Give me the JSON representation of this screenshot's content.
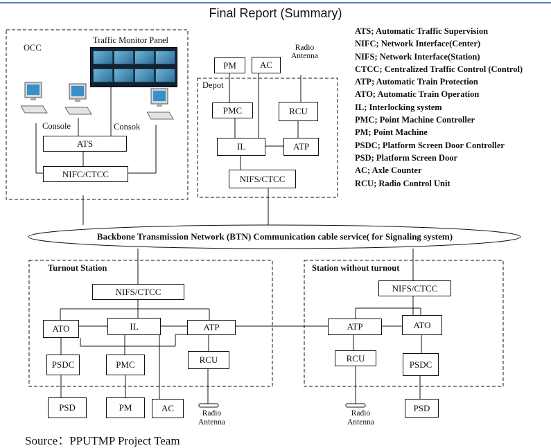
{
  "header": "Final Report (Summary)",
  "source": "Source：PPUTMP Project Team",
  "legend": [
    "ATS; Automatic Traffic Supervision",
    "NIFC; Network Interface(Center)",
    "NIFS; Network Interface(Station)",
    "CTCC; Centralized Traffic Control (Control)",
    "ATP; Automatic Train Protection",
    "ATO; Automatic Train Operation",
    "IL; Interlocking system",
    "PMC; Point Machine Controller",
    "PM; Point Machine",
    "PSDC; Platform Screen Door Controller",
    "PSD; Platform Screen Door",
    "AC; Axle Counter",
    "RCU; Radio Control Unit"
  ],
  "occ": {
    "title": "OCC",
    "panel_label": "Traffic Monitor Panel",
    "console_left": "Console",
    "console_right": "Consok",
    "ats": "ATS",
    "nifc": "NIFC/CTCC"
  },
  "depot": {
    "title": "Depot",
    "pm": "PM",
    "ac": "AC",
    "radio_line1": "Radio",
    "radio_line2": "Antenna",
    "pmc": "PMC",
    "rcu": "RCU",
    "il": "IL",
    "atp": "ATP",
    "nifs": "NIFS/CTCC"
  },
  "backbone": "Backbone Transmission Network (BTN) Communication cable service( for Signaling system)",
  "turnout": {
    "title": "Turnout Station",
    "nifs": "NIFS/CTCC",
    "ato": "ATO",
    "il": "IL",
    "atp": "ATP",
    "psdc": "PSDC",
    "pmc": "PMC",
    "rcu": "RCU",
    "psd": "PSD",
    "pm": "PM",
    "ac": "AC",
    "radio_line1": "Radio",
    "radio_line2": "Antenna"
  },
  "noturnout": {
    "title": "Station without turnout",
    "nifs": "NIFS/CTCC",
    "atp": "ATP",
    "ato": "ATO",
    "rcu": "RCU",
    "psdc": "PSDC",
    "psd": "PSD",
    "radio_line1": "Radio",
    "radio_line2": "Antenna"
  }
}
